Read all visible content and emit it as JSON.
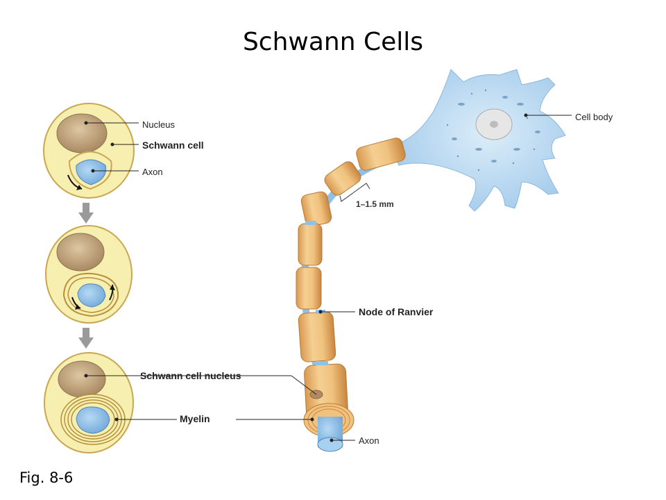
{
  "title": "Schwann Cells",
  "figure_label": "Fig. 8-6",
  "labels": {
    "nucleus": "Nucleus",
    "schwann_cell": "Schwann cell",
    "axon_top": "Axon",
    "cell_body": "Cell body",
    "internode": "1–1.5 mm",
    "node_of_ranvier": "Node of Ranvier",
    "schwann_cell_nucleus": "Schwann cell nucleus",
    "myelin": "Myelin",
    "axon_bottom": "Axon"
  },
  "colors": {
    "cytoplasm": "#f6efb0",
    "cell_outline": "#c9a650",
    "nucleus": "#c8ac86",
    "axon": "#8fc0e8",
    "cell_body": "#b9d9f1",
    "myelin": "#e8b872",
    "arrow_gray": "#9a9a9a"
  }
}
